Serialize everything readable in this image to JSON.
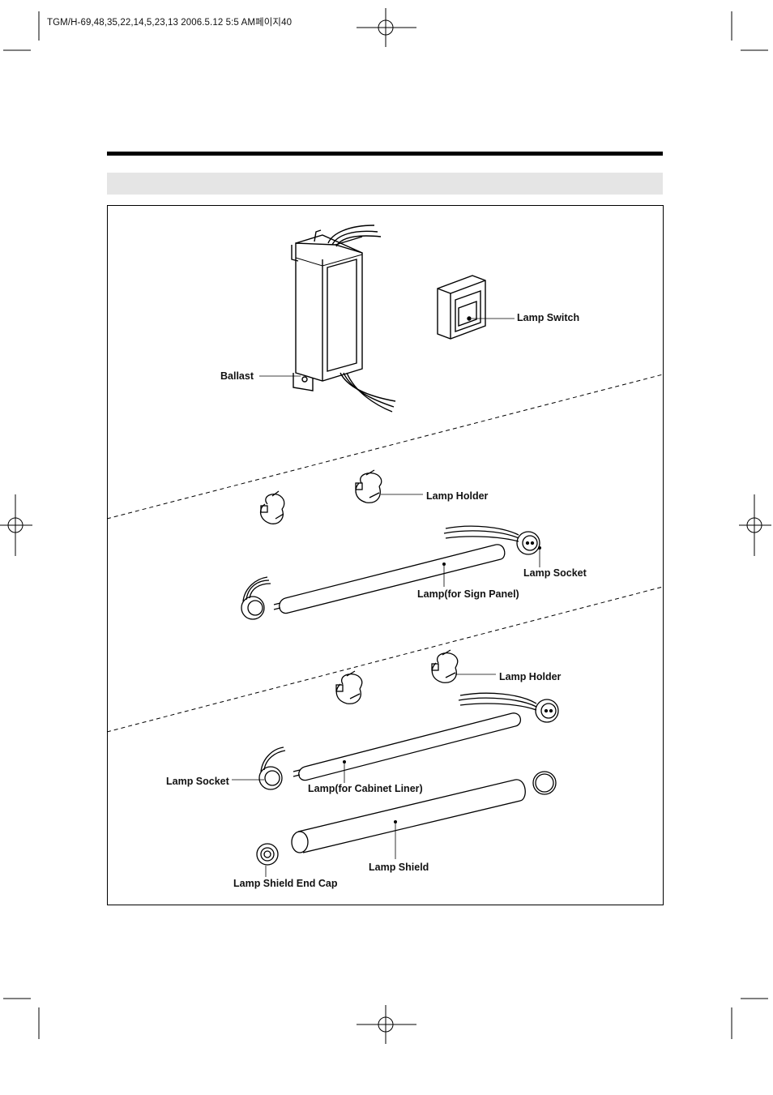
{
  "header": {
    "print_meta": "TGM/H-69,48,35,22,14,5,23,13  2006.5.12 5:5 AM페이지40"
  },
  "diagram": {
    "labels": {
      "ballast": "Ballast",
      "lamp_switch": "Lamp Switch",
      "lamp_holder_1": "Lamp Holder",
      "lamp_socket_1": "Lamp Socket",
      "lamp_sign_panel": "Lamp(for Sign Panel)",
      "lamp_holder_2": "Lamp Holder",
      "lamp_socket_2": "Lamp Socket",
      "lamp_cabinet_liner": "Lamp(for Cabinet Liner)",
      "lamp_shield": "Lamp Shield",
      "lamp_shield_end_cap": "Lamp Shield End Cap"
    }
  }
}
